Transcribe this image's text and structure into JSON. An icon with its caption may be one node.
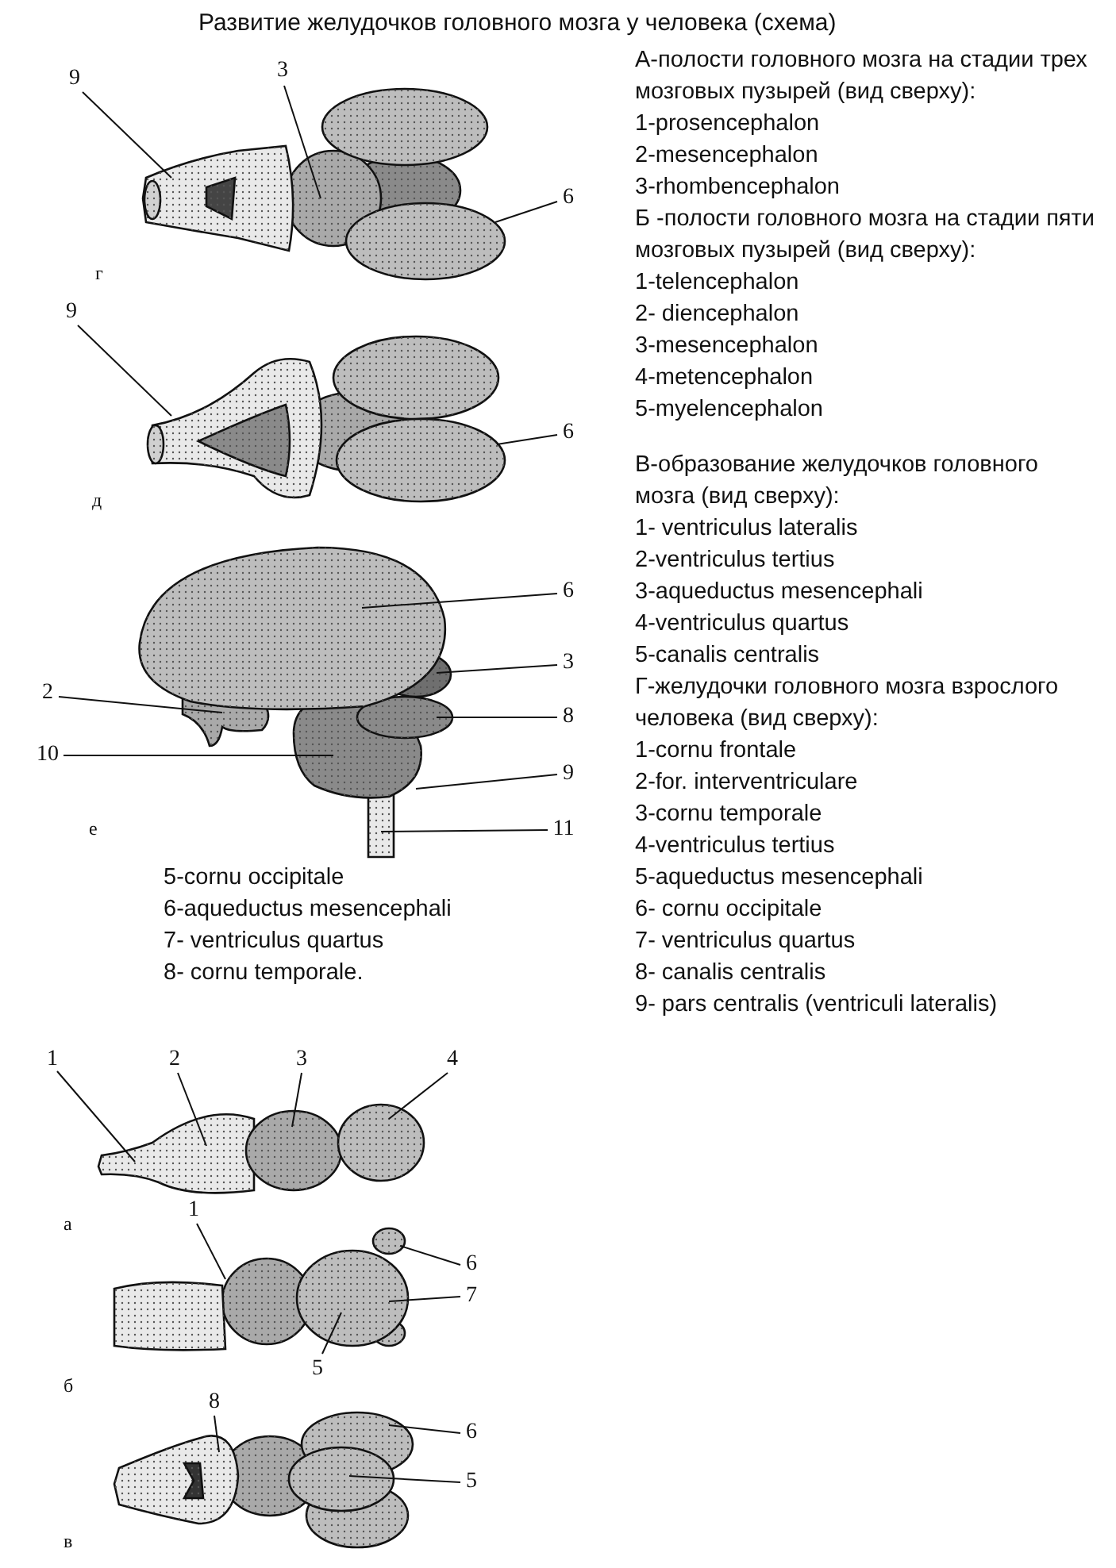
{
  "diagram": {
    "title": "Развитие желудочков головного мозга у человека (схема)",
    "nodes": [
      {
        "text": [
          "9"
        ]
      },
      {
        "text": [
          "3"
        ]
      },
      {
        "text": [
          "6"
        ]
      },
      {
        "text": [
          "9"
        ]
      },
      {
        "text": [
          "6"
        ]
      },
      {
        "text": [
          "6"
        ]
      },
      {
        "text": [
          "3"
        ]
      },
      {
        "text": [
          "2"
        ]
      },
      {
        "text": [
          "8"
        ]
      },
      {
        "text": [
          "10"
        ]
      },
      {
        "text": [
          "9"
        ]
      },
      {
        "text": [
          "11"
        ]
      },
      {
        "text": [
          "1"
        ]
      },
      {
        "text": [
          "2"
        ]
      },
      {
        "text": [
          "3"
        ]
      },
      {
        "text": [
          "4"
        ]
      },
      {
        "text": [
          "1"
        ]
      },
      {
        "text": [
          "6"
        ]
      },
      {
        "text": [
          "7"
        ]
      },
      {
        "text": [
          "5"
        ]
      },
      {
        "text": [
          "8"
        ]
      },
      {
        "text": [
          "6"
        ]
      },
      {
        "text": [
          "5"
        ]
      },
      {
        "text": [],
        "shape": "picture"
      },
      {
        "text": [],
        "shape": "picture"
      },
      {
        "text": [],
        "shape": "picture"
      },
      {
        "text": [],
        "shape": "picture"
      },
      {
        "text": [],
        "shape": "picture"
      },
      {
        "text": [],
        "shape": "picture"
      }
    ],
    "edges": [
      {
        "from": 0,
        "to": 23,
        "arrow": "none"
      },
      {
        "from": 1,
        "to": 23,
        "arrow": "none"
      },
      {
        "from": 2,
        "to": 23,
        "arrow": "none"
      },
      {
        "from": 3,
        "to": 24,
        "arrow": "none"
      },
      {
        "from": 4,
        "to": 24,
        "arrow": "none"
      },
      {
        "from": 5,
        "to": 25,
        "arrow": "none"
      },
      {
        "from": 6,
        "to": 25,
        "arrow": "none"
      },
      {
        "from": 7,
        "to": 25,
        "arrow": "none"
      },
      {
        "from": 8,
        "to": 25,
        "arrow": "none"
      },
      {
        "from": 9,
        "to": 25,
        "arrow": "none"
      },
      {
        "from": 10,
        "to": 25,
        "arrow": "none"
      },
      {
        "from": 11,
        "to": 25,
        "arrow": "none"
      },
      {
        "from": 12,
        "to": 26,
        "arrow": "none"
      },
      {
        "from": 13,
        "to": 26,
        "arrow": "none"
      },
      {
        "from": 14,
        "to": 26,
        "arrow": "none"
      },
      {
        "from": 15,
        "to": 26,
        "arrow": "none"
      },
      {
        "from": 16,
        "to": 27,
        "arrow": "none"
      },
      {
        "from": 17,
        "to": 27,
        "arrow": "none"
      },
      {
        "from": 18,
        "to": 27,
        "arrow": "none"
      },
      {
        "from": 19,
        "to": 27,
        "arrow": "none"
      },
      {
        "from": 20,
        "to": 28,
        "arrow": "none"
      },
      {
        "from": 21,
        "to": 28,
        "arrow": "none"
      },
      {
        "from": 22,
        "to": 28,
        "arrow": "none"
      }
    ],
    "labels": [
      "А-полости головного мозга на стадии трех мозговых пузырей (вид сверху):",
      "1-prosencephalon",
      "2-mesencephalon",
      "3-rhombencephalon",
      "Б -полости головного мозга на стадии пяти мозговых пузырей (вид сверху):",
      "1-telencephalon",
      "2- diencephalon",
      "3-mesencephalon",
      "4-metencephalon",
      "5-myelencephalon",
      "В-образование желудочков головного мозга (вид сверху):",
      "1- ventriculus lateralis",
      "2-ventriculus tertius",
      "3-aqueductus mesencephali",
      "4-ventriculus quartus",
      "5-canalis centralis",
      "Г-желудочки головного мозга взрослого человека (вид сверху):",
      "1-cornu frontale",
      "2-for. interventriculare",
      "3-cornu temporale",
      "4-ventriculus tertius",
      "5-aqueductus mesencephali",
      "6- cornu occipitale",
      "7- ventriculus quartus",
      "8- canalis centralis",
      "9- pars centralis (ventriculi lateralis)",
      "г",
      "д",
      "е",
      "5-cornu occipitale",
      "6-aqueductus mesencephali",
      "7- ventriculus quartus",
      "8- cornu temporale.",
      "а",
      "б",
      "в"
    ]
  }
}
